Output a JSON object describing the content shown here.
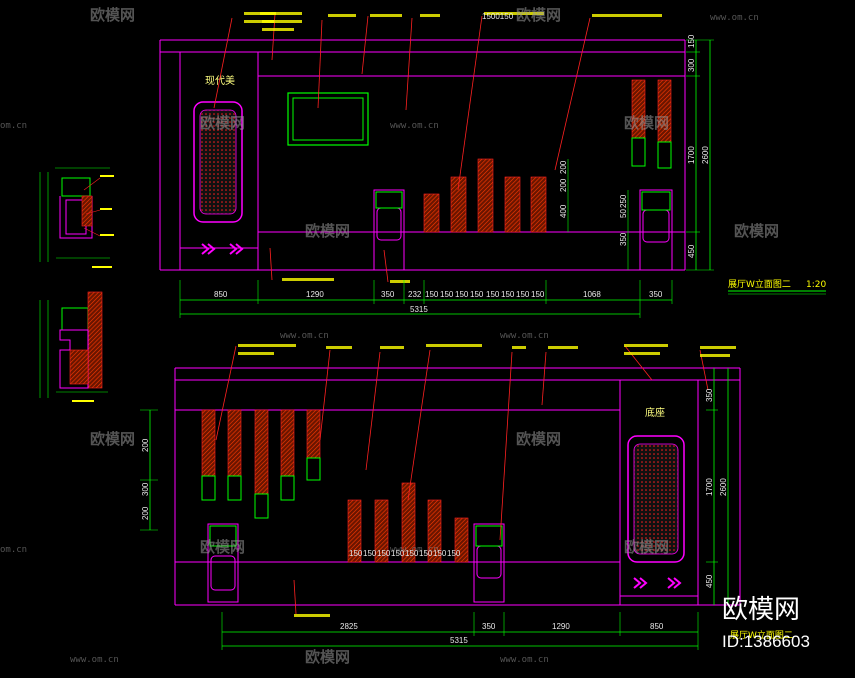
{
  "drawing": {
    "title": "展厅W立面图二",
    "scale": "1:20",
    "sign_top": "现代美",
    "sign_bottom": "底座"
  },
  "dimensions": {
    "top_horizontal": [
      "850",
      "1290",
      "350",
      "232",
      "150",
      "150",
      "150",
      "150",
      "150",
      "150",
      "150",
      "150",
      "1068",
      "350"
    ],
    "top_total": "5315",
    "top_vertical": [
      "150",
      "300",
      "1700",
      "2600",
      "200",
      "200",
      "400",
      "250",
      "50",
      "350",
      "450"
    ],
    "bottom_horizontal": [
      "2825",
      "350",
      "1290",
      "850"
    ],
    "bottom_total": "5315",
    "bottom_bar_labels": [
      "150",
      "150",
      "150",
      "150",
      "150",
      "150",
      "150",
      "150"
    ],
    "bottom_vertical": [
      "350",
      "1700",
      "2600",
      "450"
    ],
    "bottom_left_vertical": [
      "200",
      "300",
      "200"
    ]
  },
  "watermark": {
    "text": "欧模网",
    "site": "www.om.cn",
    "site_short": "om.cn",
    "brand": "欧模网",
    "id": "ID:1386603"
  },
  "colors": {
    "magenta": "#ff00ff",
    "green": "#00ff00",
    "red": "#ff2020",
    "yellow": "#ffff00",
    "hatch": "#cc2200"
  }
}
